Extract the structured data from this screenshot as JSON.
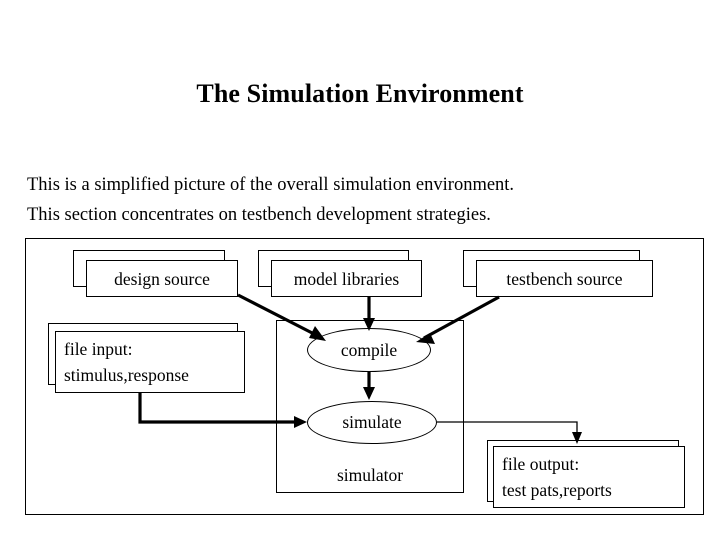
{
  "slide": {
    "title": "The Simulation Environment",
    "intro_line_1": "This is a simplified picture of the overall simulation environment.",
    "intro_line_2": "This section concentrates on testbench development strategies."
  },
  "diagram": {
    "nodes": {
      "design_source": {
        "label": "design source",
        "shape": "document-stack"
      },
      "model_libraries": {
        "label": "model libraries",
        "shape": "document-stack"
      },
      "testbench_source": {
        "label": "testbench source",
        "shape": "document-stack"
      },
      "file_input": {
        "line1": "file input:",
        "line2": "stimulus,response",
        "shape": "document-stack"
      },
      "file_output": {
        "line1": "file output:",
        "line2": "test pats,reports",
        "shape": "document-stack"
      },
      "simulator": {
        "label": "simulator",
        "shape": "rectangle"
      },
      "compile": {
        "label": "compile",
        "shape": "ellipse"
      },
      "simulate": {
        "label": "simulate",
        "shape": "ellipse"
      }
    },
    "edges": [
      {
        "from": "design source",
        "to": "compile",
        "style": "diagonal-arrow"
      },
      {
        "from": "model libraries",
        "to": "compile",
        "style": "vertical-arrow"
      },
      {
        "from": "testbench source",
        "to": "compile",
        "style": "diagonal-arrow"
      },
      {
        "from": "compile",
        "to": "simulate",
        "style": "vertical-arrow"
      },
      {
        "from": "file input: stimulus,response",
        "to": "simulate",
        "style": "elbow-arrow"
      },
      {
        "from": "simulate",
        "to": "file output: test pats,reports",
        "style": "elbow-arrow"
      }
    ],
    "colors": {
      "stroke": "#000000",
      "fill": "#ffffff",
      "background": "#ffffff"
    }
  }
}
